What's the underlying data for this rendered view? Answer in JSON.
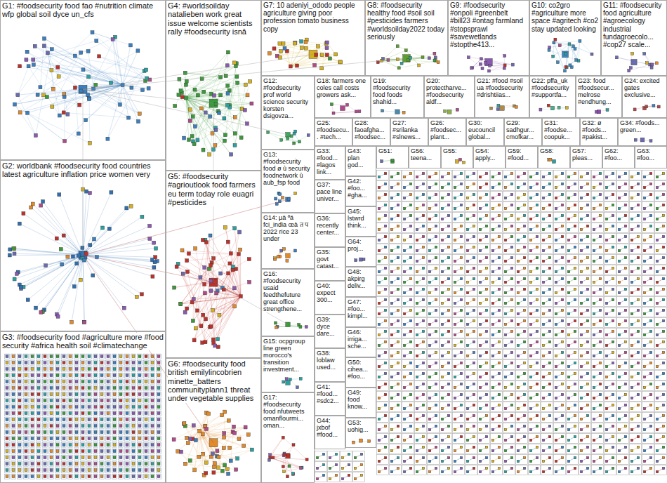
{
  "diagram": {
    "nodes": [
      {
        "text": [
          "G1: #foodsecurity food fao #nutrition climate wfp global soil dyce un_cfs"
        ]
      },
      {
        "text": [
          "G2: worldbank #foodsecurity food countries latest agriculture inflation price women very"
        ]
      },
      {
        "text": [
          "G3: #foodsecurity food #agriculture more #food security #africa health soil #climatechange"
        ]
      },
      {
        "text": [
          "G4: #worldsoilday natalieben work great issue welcome scientists rally #foodsecurity isnâ"
        ]
      },
      {
        "text": [
          "G5: #foodsecurity #agrioutlook food farmers eu term today role euagri #pesticides"
        ]
      },
      {
        "text": [
          "G6: #foodsecurity food british emilylincobrien minette_batters communityplann1 threat under vegetable supplies"
        ]
      },
      {
        "text": [
          "G7: 10 adeniyi_ododo people agriculture giving poor profession tomato business copy"
        ]
      },
      {
        "text": [
          "G8: #foodsecurity healthy food #soil soil #pesticides farmers #worldsoilday2022 today seriously"
        ]
      },
      {
        "text": [
          "G9: #foodsecurity #onpoli #greenbelt #bill23 #ontag farmland #stopsprawl #savewetlands #stopthe413..."
        ]
      },
      {
        "text": [
          "G10: co2gro #agriculture more space #agritech #co2 stay updated looking"
        ]
      },
      {
        "text": [
          "G11: #foodsecurity food agriculture #agroecology industrial fundagroecolo... #cop27 scale..."
        ]
      },
      {
        "text": [
          "G12: #foodsecurity prof world science security korsten dsigovza..."
        ]
      },
      {
        "text": [
          "G18: farmers one coles call costs growers ask..."
        ]
      },
      {
        "text": [
          "G19: #foodsecurity food foods shahid..."
        ]
      },
      {
        "text": [
          "G20: protectharve... #foodsecurity aldf..."
        ]
      },
      {
        "text": [
          "G21: #food #soil ua #foodsecurity #drishtiias..."
        ]
      },
      {
        "text": [
          "G22: pffa_uk #foodsecurity #supportfa..."
        ]
      },
      {
        "text": [
          "G23: food #foodsecur... melrose #endhung..."
        ]
      },
      {
        "text": [
          "G24: excited gates exclusive..."
        ]
      },
      {
        "text": [
          "G25: #foodsecu... #tech..."
        ]
      },
      {
        "text": [
          "G28: faoafgha... #foodsec..."
        ]
      },
      {
        "text": [
          "G27: #srilanka #slnews..."
        ]
      },
      {
        "text": [
          "G26: #foodsec... plant..."
        ]
      },
      {
        "text": [
          "G30: eucouncil global..."
        ]
      },
      {
        "text": [
          "G29: sadhgur... cmofkar..."
        ]
      },
      {
        "text": [
          "G31: #foodse... coopuk..."
        ]
      },
      {
        "text": [
          "G32: ø #foods... #pakist..."
        ]
      },
      {
        "text": [
          "G34: #foods... green..."
        ]
      },
      {
        "text": [
          "G13: #foodsecurity food ø ù security foodnetwork ù aub_fsp food"
        ]
      },
      {
        "text": [
          "G14: µä ªä fci_india œà त प 2022 rice 23 under"
        ]
      },
      {
        "text": [
          "G16: #foodsecurity usaid feedthefuture great office strengthene..."
        ]
      },
      {
        "text": [
          "G15: ocpgroup line green morocco's transition investment..."
        ]
      },
      {
        "text": [
          "G17: #foodsecurity food nfutweets omanflourmi... oman..."
        ]
      },
      {
        "text": [
          "G33: #food... #lagos link..."
        ]
      },
      {
        "text": [
          "G37: pace line univer..."
        ]
      },
      {
        "text": [
          "G36: recently center..."
        ]
      },
      {
        "text": [
          "G35: govt catast..."
        ]
      },
      {
        "text": [
          "G40: expect 300..."
        ]
      },
      {
        "text": [
          "G39: dyce dare..."
        ]
      },
      {
        "text": [
          "G38: loblaw used..."
        ]
      },
      {
        "text": [
          "G41: #food... #sdc2..."
        ]
      },
      {
        "text": [
          "G44: jxbof #food..."
        ]
      },
      {
        "text": [
          "G43: plan god..."
        ]
      },
      {
        "text": [
          "G42: #foo... #gha..."
        ]
      },
      {
        "text": [
          "G45: lstwrd think..."
        ]
      },
      {
        "text": [
          "G64: proj..."
        ]
      },
      {
        "text": [
          "G48: akpirg deliv..."
        ]
      },
      {
        "text": [
          "G47: #foo... kimpl..."
        ]
      },
      {
        "text": [
          "G46: irriga... sche..."
        ]
      },
      {
        "text": [
          "G50: cihea... #foo..."
        ]
      },
      {
        "text": [
          "G49: food know..."
        ]
      },
      {
        "text": [
          "G53: uohig..."
        ]
      },
      {
        "text": [
          "G51:"
        ]
      },
      {
        "text": [
          "G56: teena..."
        ]
      },
      {
        "text": [
          "G55:"
        ]
      },
      {
        "text": [
          "G54: apply..."
        ]
      },
      {
        "text": [
          "G59: #food..."
        ]
      },
      {
        "text": [
          "G58:"
        ]
      },
      {
        "text": [
          "G57: pleas..."
        ]
      },
      {
        "text": [
          "G62: #foo..."
        ]
      },
      {
        "text": [
          "G63: #foo..."
        ]
      }
    ]
  }
}
